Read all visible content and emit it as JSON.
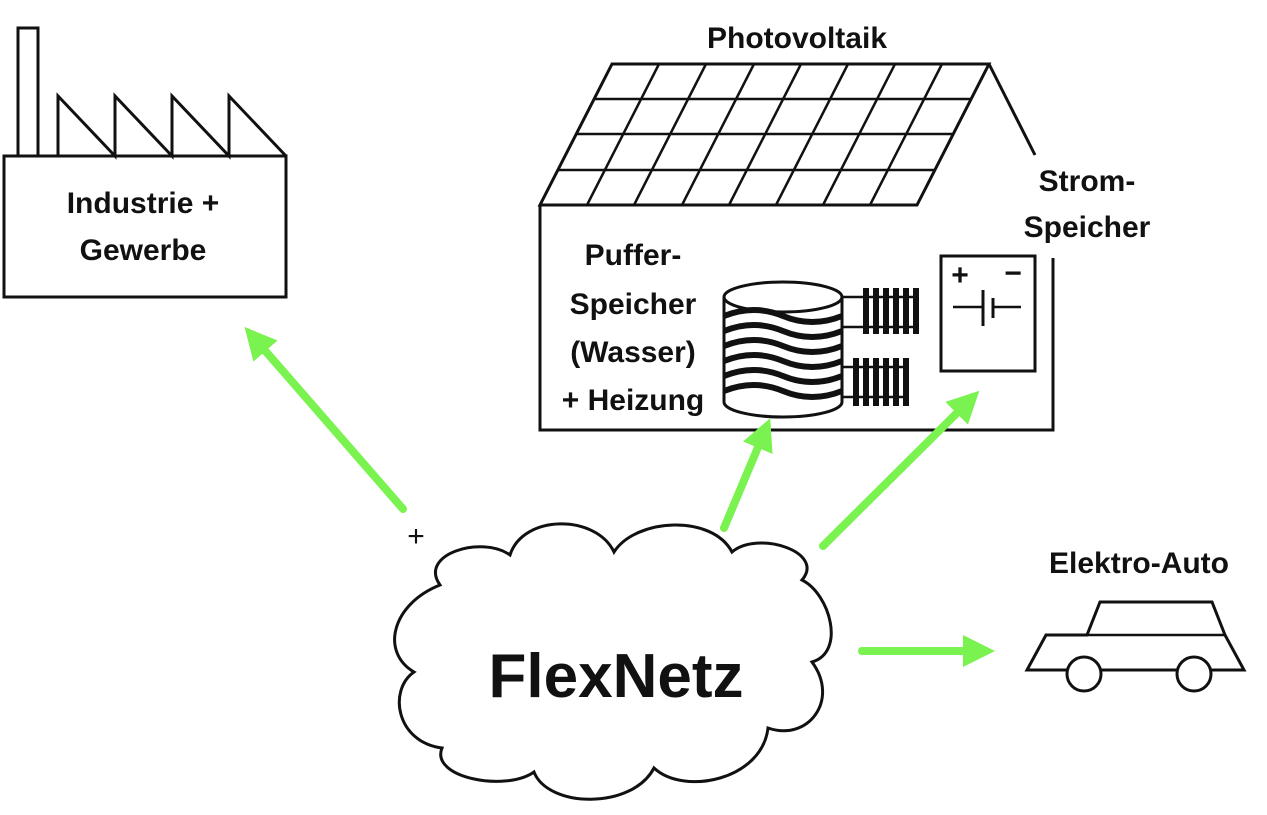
{
  "colors": {
    "arrow": "#7af24f",
    "line": "#111111",
    "background": "#ffffff"
  },
  "labels": {
    "factory_line1": "Industrie +",
    "factory_line2": "Gewerbe",
    "pv": "Photovoltaik",
    "storage_line1": "Strom-",
    "storage_line2": "Speicher",
    "buffer_line1": "Puffer-",
    "buffer_line2": "Speicher",
    "buffer_line3": "(Wasser)",
    "buffer_line4": "+ Heizung",
    "car": "Elektro-Auto",
    "cloud": "FlexNetz",
    "plus_marker": "+",
    "battery_plus": "+",
    "battery_minus": "−"
  },
  "icons": [
    "factory-icon",
    "house-icon",
    "solar-panel-icon",
    "water-tank-icon",
    "radiator-icon",
    "battery-icon",
    "car-icon",
    "cloud-icon"
  ]
}
